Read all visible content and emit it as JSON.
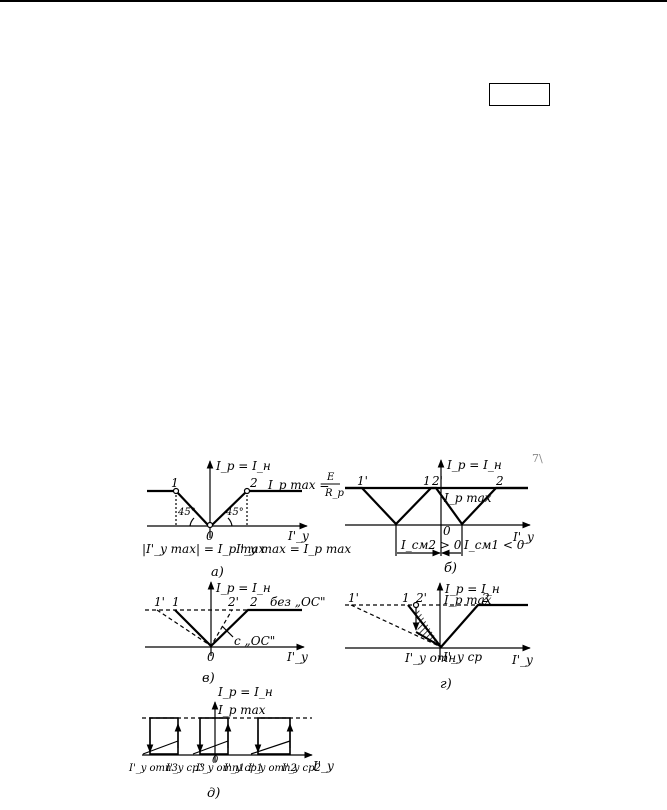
{
  "page": {
    "page_number": "",
    "margin_mark": "7\\"
  },
  "figure": {
    "a": {
      "y_axis": "I_p = I_н",
      "x_axis": "I'_y",
      "pt1": "1",
      "pt2": "2",
      "origin": "0",
      "ang_left": "45°",
      "ang_right": "45°",
      "ipmax_formula_left": "I_p max =",
      "ipmax_formula_num": "E",
      "ipmax_formula_den": "R_p",
      "bottom_left": "|I'_y max| = I_p max",
      "bottom_right": "I'_y max = I_p max",
      "caption": "а)"
    },
    "b": {
      "y_axis": "I_p = I_н",
      "x_axis": "I'_y",
      "pt1p": "1'",
      "pt1": "1",
      "pt2p": "2'",
      "pt2": "2",
      "origin": "0",
      "ipmax": "I_p max",
      "icm2": "I_см2 > 0",
      "icm1": "I_см1 < 0",
      "caption": "б)"
    },
    "c": {
      "y_axis": "I_p = I_н",
      "x_axis": "I'_y",
      "pt1p": "1'",
      "pt1": "1",
      "pt2p": "2'",
      "pt2": "2",
      "origin": "0",
      "without_fb": "без „ОС\"",
      "with_fb": "с „ОС\"",
      "caption": "в)"
    },
    "d": {
      "y_axis": "I_p = I_н",
      "x_axis": "I'_y",
      "ipmax": "I_p max",
      "pt1p": "1'",
      "pt1": "1",
      "pt2p": "2'",
      "pt2": "2",
      "iotn": "I'_y отн",
      "isr": "I'_y ср",
      "caption": "г)"
    },
    "e": {
      "y_axis": "I_p = I_н",
      "ipmax": "I_p max",
      "x_axis": "I'_y",
      "ticks": [
        "I'_y отп3",
        "I'_y ср3",
        "I'_y отп1",
        "0",
        "I'_y ср1",
        "I'_y отп2",
        "I'_y ср2"
      ],
      "caption": "д)"
    }
  }
}
